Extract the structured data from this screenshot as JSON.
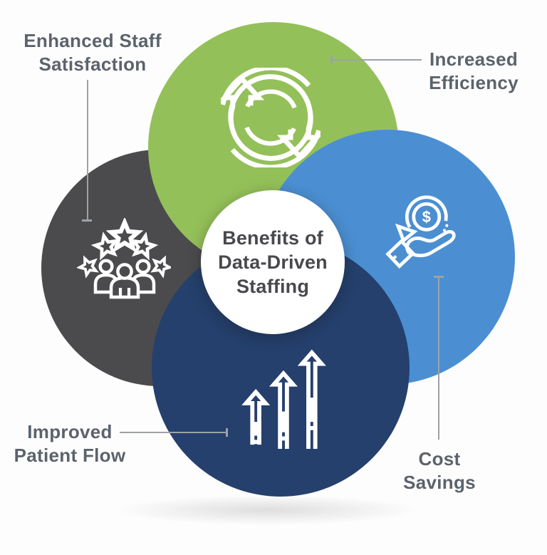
{
  "center": {
    "lines": [
      "Benefits of",
      "Data-Driven",
      "Staffing"
    ]
  },
  "labels": {
    "staff_satisfaction": {
      "lines": [
        "Enhanced Staff",
        "Satisfaction"
      ]
    },
    "increased_efficiency": {
      "lines": [
        "Increased",
        "Efficiency"
      ]
    },
    "improved_patient_flow": {
      "lines": [
        "Improved",
        "Patient Flow"
      ]
    },
    "cost_savings": {
      "lines": [
        "Cost",
        "Savings"
      ]
    }
  },
  "icons": {
    "efficiency": "sync-cycle-arrows",
    "staff": "team-with-five-stars",
    "cost": "hand-holding-dollar-coin",
    "patient": "three-rising-arrows",
    "dollar_sign": "$"
  },
  "colors": {
    "green": "#94c059",
    "gray": "#4b4b4d",
    "blue": "#4b8fd2",
    "navy": "#25406d",
    "label_text": "#5b636c",
    "center_text": "#48494d",
    "connector": "#9da2a6"
  }
}
